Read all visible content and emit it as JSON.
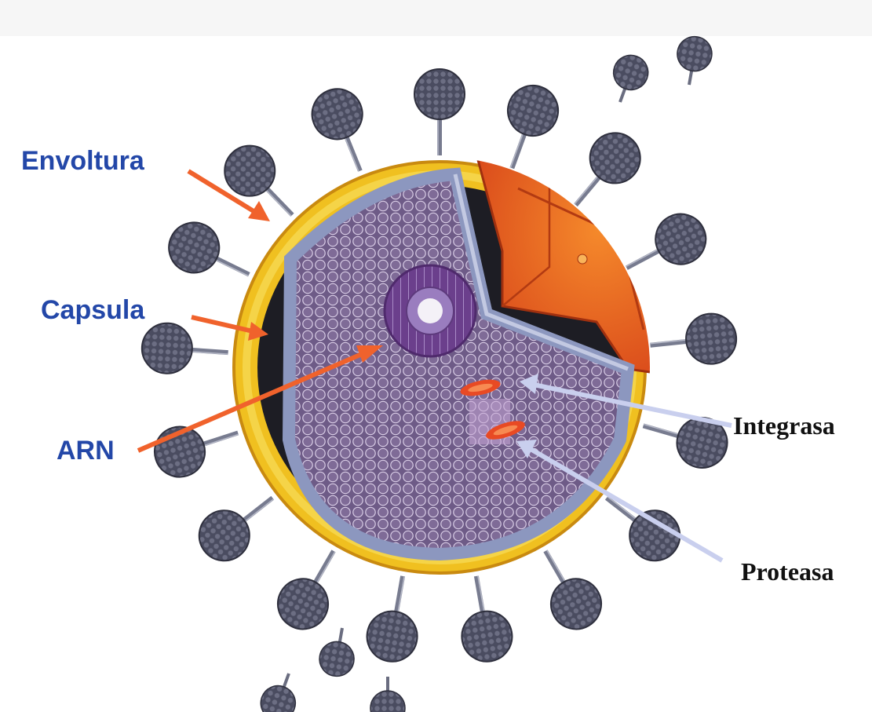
{
  "labels": {
    "envelope": "Envoltura",
    "capsule": "Capsula",
    "rna": "ARN",
    "integrase": "Integrasa",
    "protease": "Proteasa"
  },
  "colors": {
    "left_labels": "#2347a8",
    "right_labels": "#111111",
    "left_arrows": "#f0622c",
    "right_arrows": "#c9cfee",
    "envelope": "#f0c020",
    "capsid_wall": "#8c97bf",
    "core": "#6d5a86",
    "spike": "#4d4e63",
    "cut_surface": "#e8661e"
  }
}
